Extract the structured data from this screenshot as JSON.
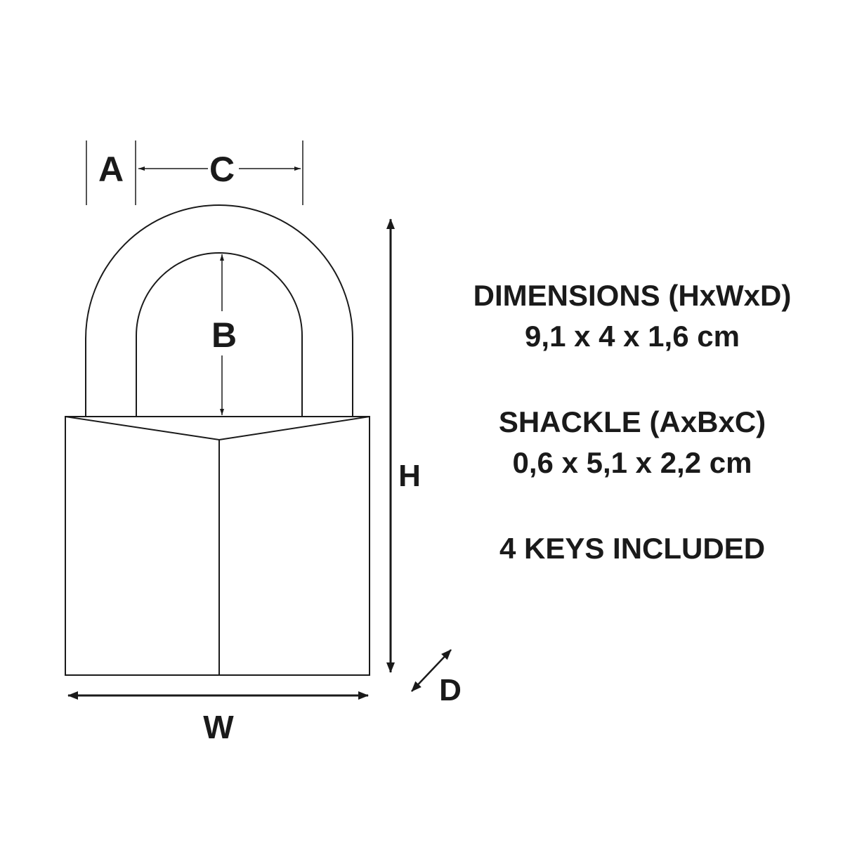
{
  "diagram": {
    "labels": {
      "a": "A",
      "b": "B",
      "c": "C",
      "h": "H",
      "w": "W",
      "d": "D"
    },
    "colors": {
      "ink": "#1a1a1a",
      "background": "#ffffff"
    }
  },
  "specs": {
    "dimensions_title": "DIMENSIONS (HxWxD)",
    "dimensions_value": "9,1 x 4 x 1,6 cm",
    "shackle_title": "SHACKLE (AxBxC)",
    "shackle_value": "0,6 x 5,1 x 2,2 cm",
    "keys": "4 KEYS INCLUDED"
  }
}
